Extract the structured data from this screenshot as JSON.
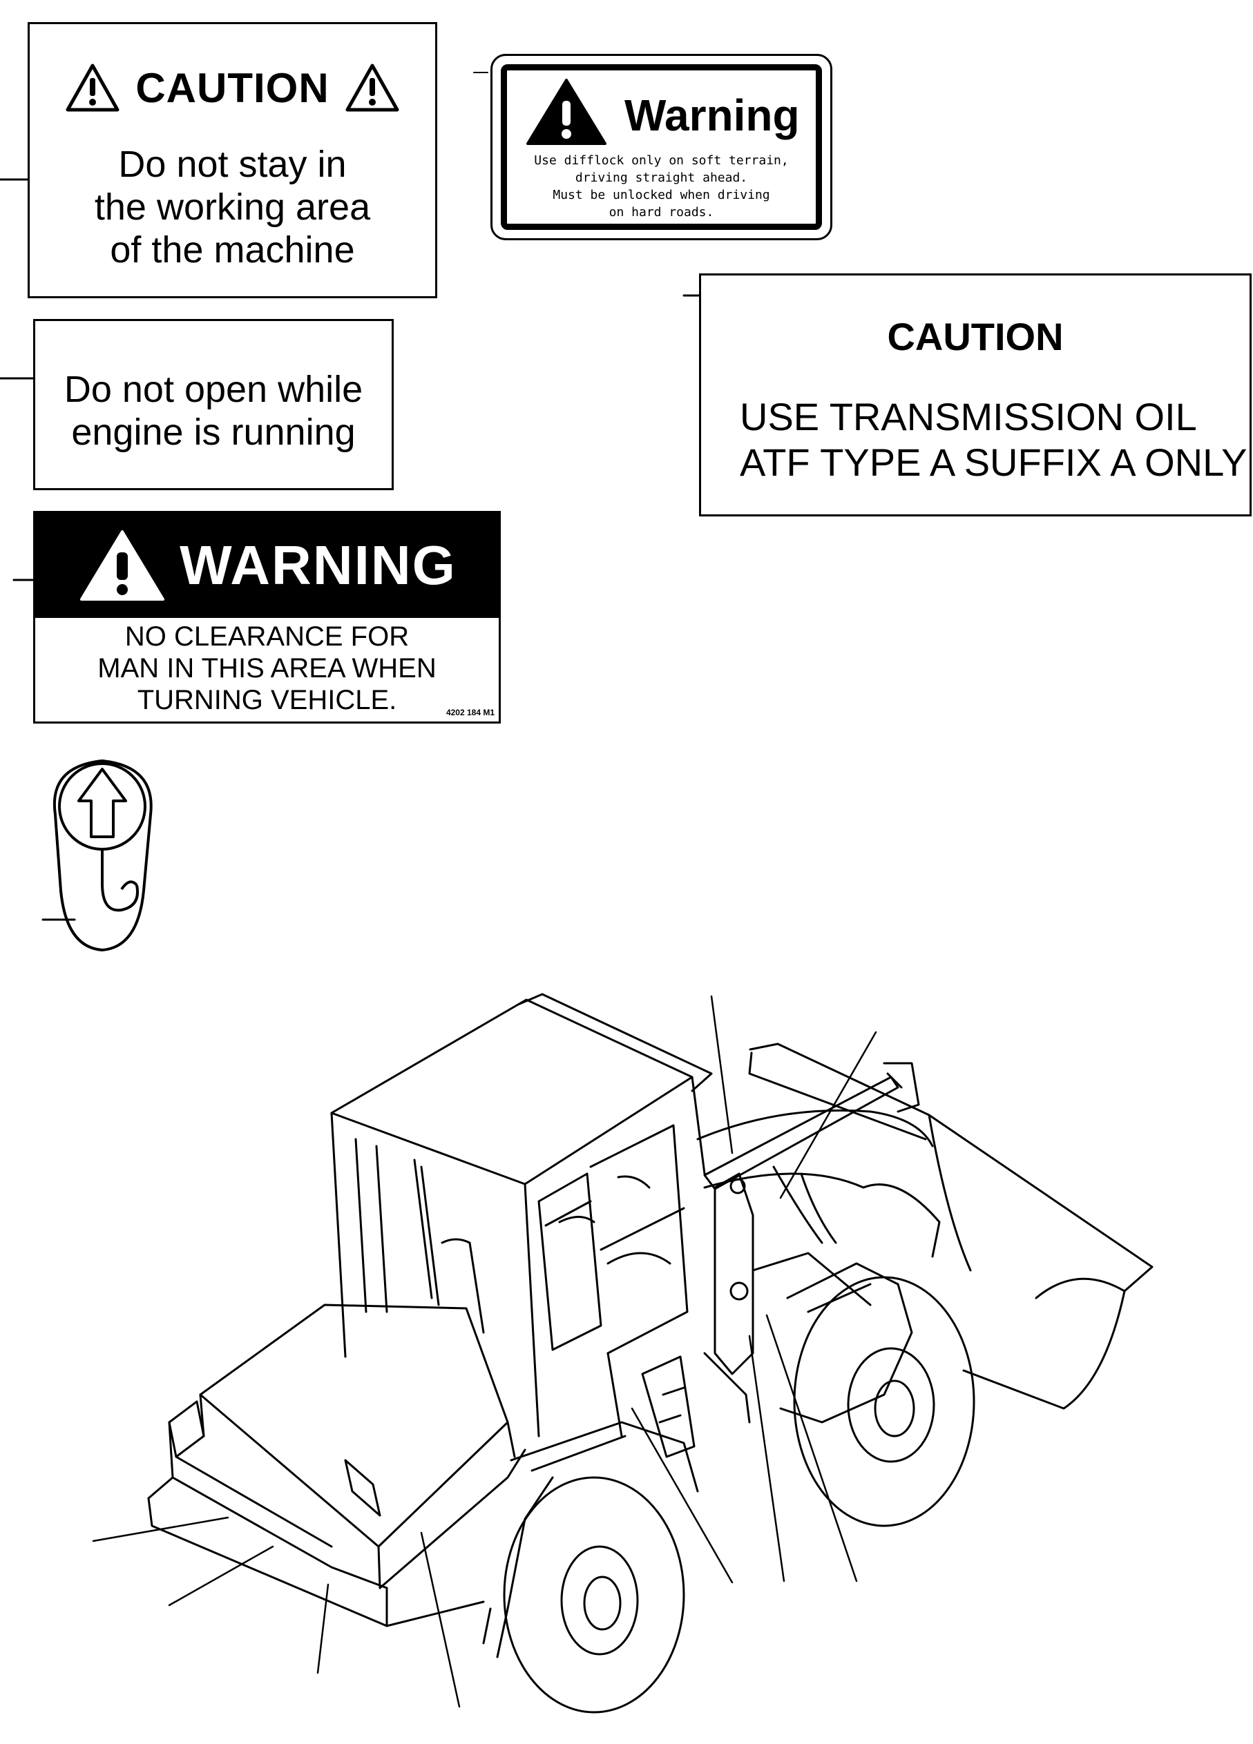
{
  "signs": {
    "caution_working_area": {
      "title": "CAUTION",
      "lines": [
        "Do not stay in",
        "the working area",
        "of the machine"
      ]
    },
    "warning_difflock": {
      "title": "Warning",
      "lines": [
        "Use difflock only on soft terrain,",
        "driving straight ahead.",
        "Must be unlocked when driving",
        "on hard roads."
      ]
    },
    "notice_engine": {
      "lines": [
        "Do not open while",
        "engine is running"
      ]
    },
    "caution_transmission": {
      "title": "CAUTION",
      "lines": [
        "USE TRANSMISSION OIL",
        "ATF TYPE A SUFFIX A ONLY"
      ]
    },
    "warning_clearance": {
      "title": "WARNING",
      "lines": [
        "NO CLEARANCE FOR",
        "MAN IN THIS AREA WHEN",
        "TURNING VEHICLE."
      ],
      "part_number": "4202 184 M1"
    }
  },
  "icons": [
    "exclamation-triangle-icon",
    "lifting-hook-icon"
  ]
}
